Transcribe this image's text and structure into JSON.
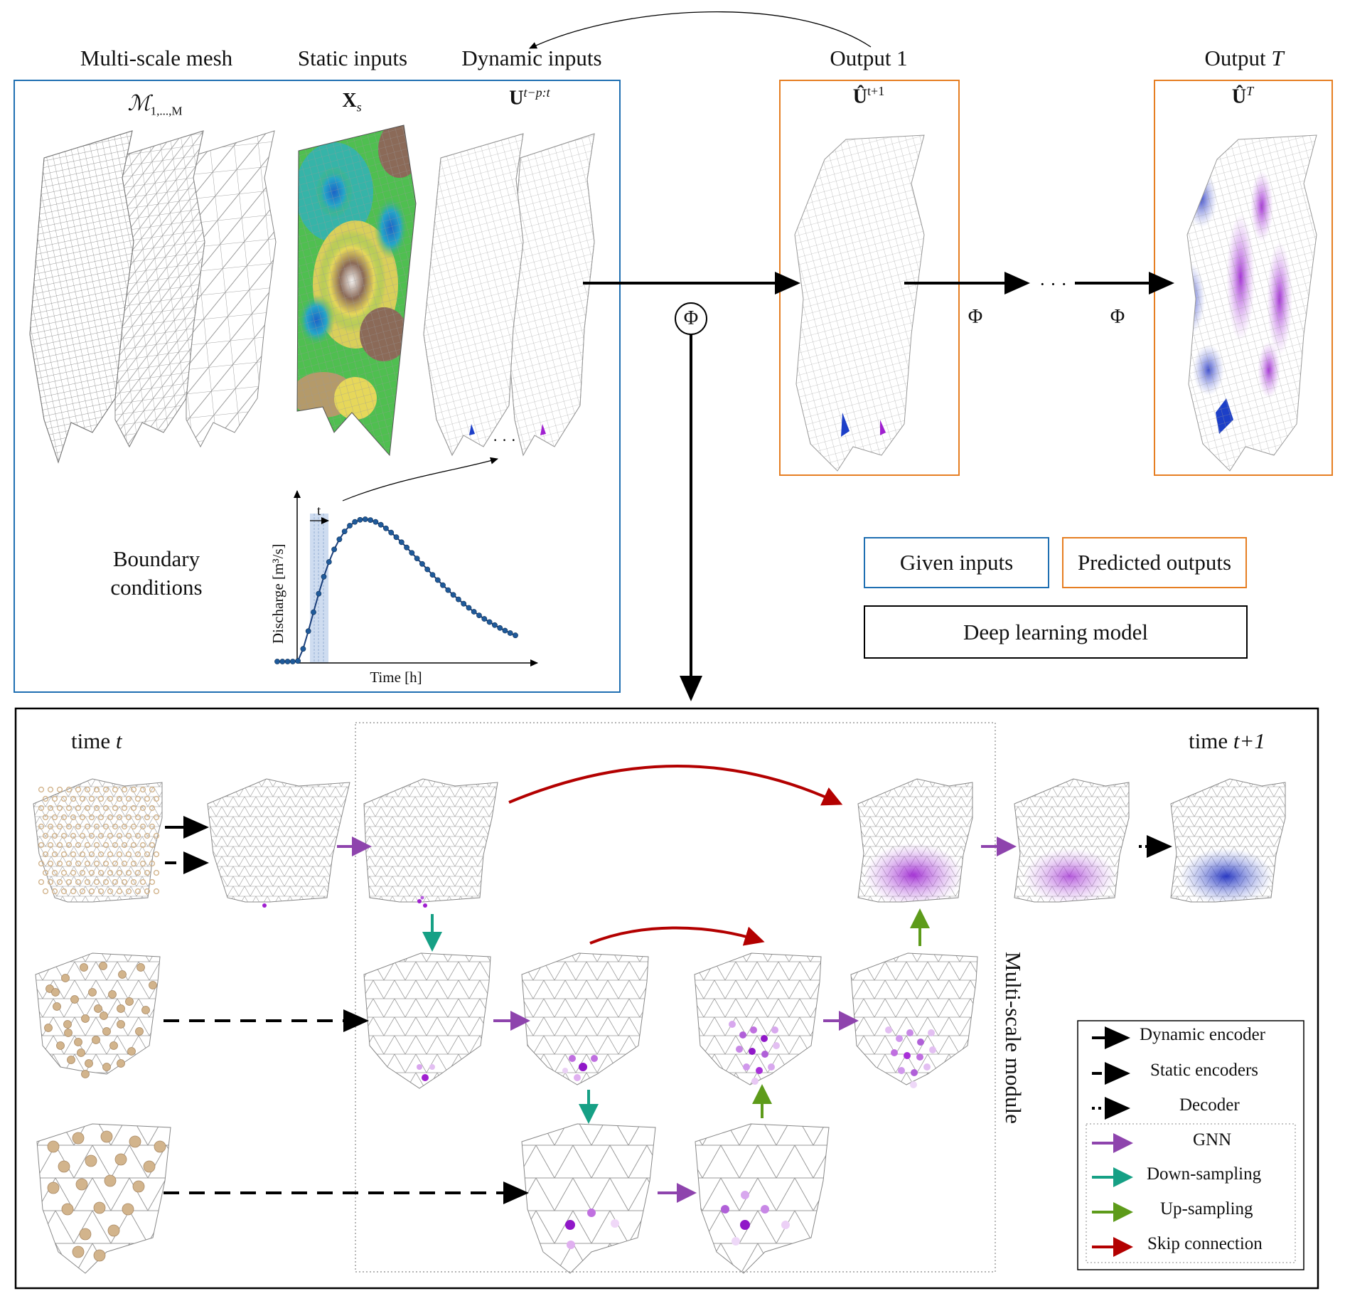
{
  "top": {
    "mesh_title": "Multi-scale mesh",
    "mesh_symbol": "ℳ",
    "mesh_subscript": "1,...,M",
    "static_title": "Static inputs",
    "static_symbol": "X",
    "static_subscript": "s",
    "dynamic_title": "Dynamic inputs",
    "dynamic_symbol": "U",
    "dynamic_superscript": "t−p:t",
    "output1_title": "Output 1",
    "output1_symbol": "Û",
    "output1_superscript": "t+1",
    "outputT_title": "Output",
    "outputT_title_var": "T",
    "outputT_symbol": "Û",
    "outputT_superscript": "T",
    "phi": "Φ",
    "ellipsis": "· · ·",
    "dynamic_ellipsis": "· · ·",
    "boundary_line1": "Boundary",
    "boundary_line2": "conditions"
  },
  "hydrograph": {
    "ylabel": "Discharge [m³/s]",
    "xlabel": "Time [h]",
    "window_label": "t"
  },
  "key": {
    "given": "Given inputs",
    "predicted": "Predicted outputs",
    "model": "Deep learning model"
  },
  "bottom": {
    "time_t": "time",
    "time_t_var": "t",
    "time_t1": "time",
    "time_t1_var": "t+1",
    "module_label": "Multi-scale module"
  },
  "legend": [
    {
      "label": "Dynamic encoder",
      "style": "solid",
      "color": "#000000"
    },
    {
      "label": "Static encoders",
      "style": "dashed",
      "color": "#000000"
    },
    {
      "label": "Decoder",
      "style": "dotted",
      "color": "#000000"
    },
    {
      "label": "GNN",
      "style": "solid",
      "color": "#8e44ad"
    },
    {
      "label": "Down-sampling",
      "style": "solid",
      "color": "#16a085"
    },
    {
      "label": "Up-sampling",
      "style": "solid",
      "color": "#5d9b1a"
    },
    {
      "label": "Skip connection",
      "style": "solid",
      "color": "#b30000"
    }
  ],
  "colors": {
    "given": "#1f6fb2",
    "predicted": "#e67e22",
    "gnn": "#8e44ad",
    "down": "#16a085",
    "up": "#5d9b1a",
    "skip": "#b30000",
    "node_static": "#d2b48c",
    "water_purple": "#a020d0",
    "water_blue": "#2a35c8"
  }
}
